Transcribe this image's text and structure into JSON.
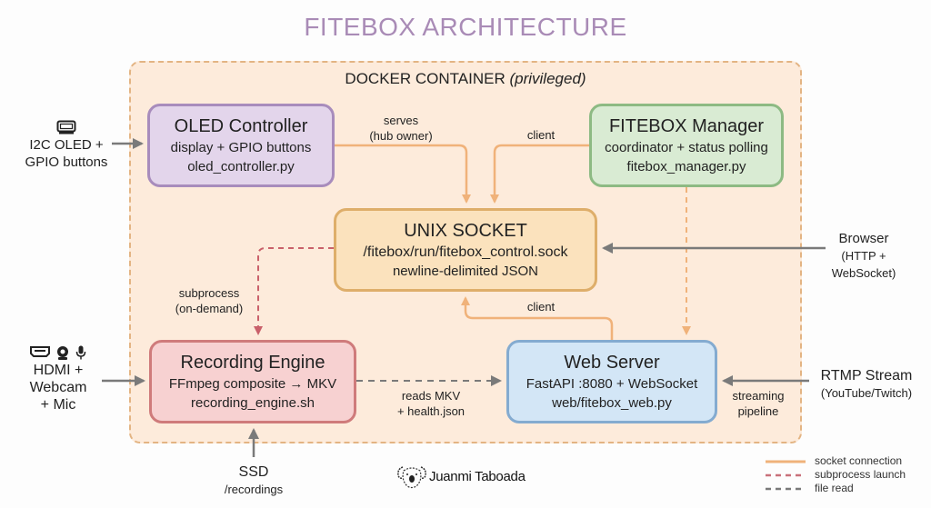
{
  "title": "FITEBOX ARCHITECTURE",
  "container": {
    "label": "DOCKER CONTAINER",
    "qualifier": "(privileged)"
  },
  "components": {
    "oled": {
      "name": "OLED Controller",
      "desc": "display + GPIO buttons",
      "file": "oled_controller.py",
      "color": "#e3d5eb"
    },
    "manager": {
      "name": "FITEBOX Manager",
      "desc": "coordinator + status polling",
      "file": "fitebox_manager.py",
      "color": "#d9ebd3"
    },
    "socket": {
      "name": "UNIX SOCKET",
      "path": "/fitebox/run/fitebox_control.sock",
      "desc": "newline-delimited JSON",
      "color": "#fbe2bd"
    },
    "recording": {
      "name": "Recording Engine",
      "desc": "FFmpeg composite → MKV",
      "file": "recording_engine.sh",
      "color": "#f7d1d1"
    },
    "web": {
      "name": "Web Server",
      "desc": "FastAPI :8080 + WebSocket",
      "file": "web/fitebox_web.py",
      "color": "#d3e6f6"
    }
  },
  "connection_labels": {
    "oled_to_socket": [
      "serves",
      "(hub owner)"
    ],
    "manager_to_socket": "client",
    "web_to_socket": "client",
    "socket_to_recording": [
      "subprocess",
      "(on-demand)"
    ],
    "recording_to_web": [
      "reads MKV",
      "+ health.json"
    ],
    "rtmp_to_web": [
      "streaming",
      "pipeline"
    ]
  },
  "externals": {
    "oled_hw": {
      "icon": "monitor-icon",
      "lines": [
        "I2C OLED +",
        "GPIO buttons"
      ]
    },
    "browser": {
      "title": "Browser",
      "lines": [
        "(HTTP +",
        "WebSocket)"
      ]
    },
    "av_inputs": {
      "icons": [
        "hdmi-icon",
        "webcam-icon",
        "microphone-icon"
      ],
      "lines": [
        "HDMI +",
        "Webcam",
        "+ Mic"
      ]
    },
    "rtmp": {
      "title": "RTMP Stream",
      "sub": "(YouTube/Twitch)"
    },
    "ssd": {
      "title": "SSD",
      "sub": "/recordings"
    }
  },
  "legend": [
    {
      "label": "socket connection",
      "style": "solid",
      "color": "#f0b27a"
    },
    {
      "label": "subprocess launch",
      "style": "dashed",
      "color": "#c9707a"
    },
    {
      "label": "file read",
      "style": "dashed",
      "color": "#7a7a7a"
    }
  ],
  "author": "Juanmi Taboada"
}
